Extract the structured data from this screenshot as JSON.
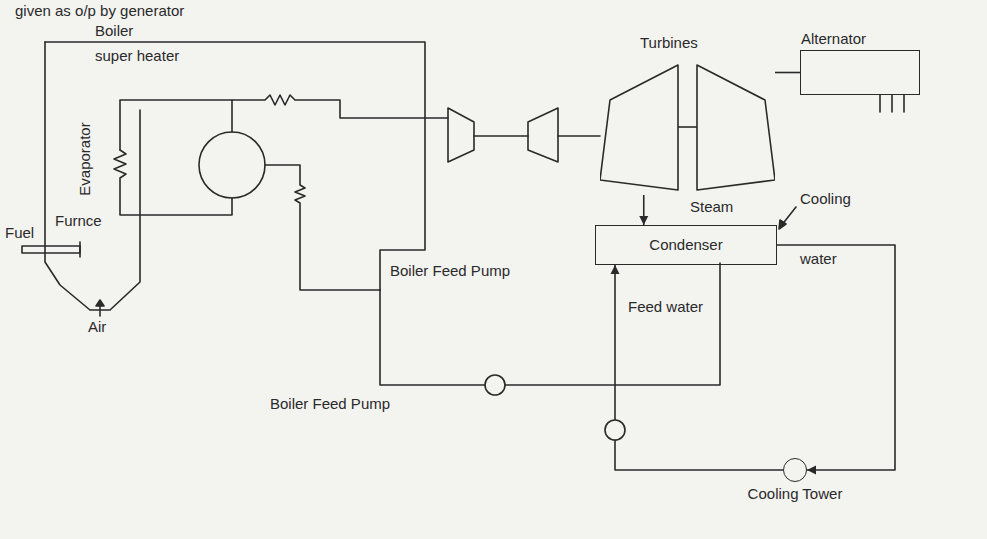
{
  "diagram": {
    "nodes": [
      {
        "text": [
          "Turbines"
        ]
      },
      {
        "text": [
          "Alternator"
        ]
      },
      {
        "text": [
          "Condenser"
        ]
      },
      {
        "text": [
          "Cooling Tower"
        ]
      }
    ],
    "edges": [
      {
        "from": 0,
        "to": 1,
        "arrow": "none"
      },
      {
        "from": 0,
        "to": 2,
        "arrow": "to"
      },
      {
        "from": 2,
        "to": 3,
        "arrow": "to"
      },
      {
        "from": 3,
        "to": 2,
        "arrow": "to"
      }
    ],
    "labels": [
      "given as o/p by generator",
      "Boiler",
      "super heater",
      "Evaporator",
      "Furnce",
      "Fuel",
      "Air",
      "Steam",
      "Cooling",
      "water",
      "Boiler Feed Pump",
      "Feed water",
      "Boiler Feed Pump"
    ]
  }
}
